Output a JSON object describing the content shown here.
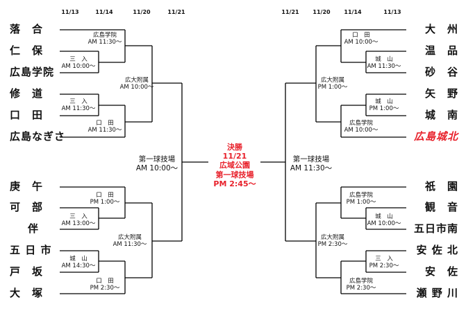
{
  "dates": {
    "left": [
      "11/13",
      "11/14",
      "11/20",
      "11/21"
    ],
    "right": [
      "11/21",
      "11/20",
      "11/14",
      "11/13"
    ]
  },
  "colors": {
    "final_text": "#e8212b",
    "highlight_team": "#e8212b",
    "lines": "#000000"
  },
  "teams": {
    "left": [
      "落　合",
      "仁　保",
      "広島学院",
      "修　道",
      "口　田",
      "広島なぎさ",
      "庚　午",
      "可　部",
      "伴",
      "五 日 市",
      "戸　坂",
      "大　塚"
    ],
    "right": [
      "大　州",
      "温　品",
      "砂　谷",
      "矢　野",
      "城　南",
      "広島城北",
      "祇　園",
      "観　音",
      "五日市南",
      "安 佐 北",
      "安　佐",
      "瀬 野 川"
    ],
    "highlight": "広島城北"
  },
  "matches": {
    "L1": [
      "広島学院",
      "AM 11:30〜"
    ],
    "L2": [
      "三　入",
      "AM 10:00〜"
    ],
    "L3": [
      "三　入",
      "AM 11:30〜"
    ],
    "L4": [
      "口　田",
      "AM 11:30〜"
    ],
    "L5": [
      "広大附属",
      "AM 10:00〜"
    ],
    "L6": [
      "口　田",
      "PM 1:00〜"
    ],
    "L7": [
      "三　入",
      "AM 13:00〜"
    ],
    "L8": [
      "城　山",
      "AM 14:30〜"
    ],
    "L9": [
      "口　田",
      "PM 2:30〜"
    ],
    "L10": [
      "広大附属",
      "AM 11:30〜"
    ],
    "R1": [
      "口　田",
      "AM 10:00〜"
    ],
    "R2": [
      "城　山",
      "AM 11:30〜"
    ],
    "R3": [
      "広大附属",
      "PM 1:00〜"
    ],
    "R4": [
      "城　山",
      "PM 1:00〜"
    ],
    "R5": [
      "広島学院",
      "AM 10:00〜"
    ],
    "R6": [
      "広島学院",
      "PM 1:00〜"
    ],
    "R7": [
      "城　山",
      "AM 10:00〜"
    ],
    "R8": [
      "広大附属",
      "PM 2:30〜"
    ],
    "R9": [
      "三　入",
      "PM 2:30〜"
    ],
    "R10": [
      "広島学院",
      "PM 2:30〜"
    ]
  },
  "semifinals": {
    "left": [
      "第一球技場",
      "AM 10:00〜"
    ],
    "right": [
      "第一球技場",
      "AM 11:30〜"
    ]
  },
  "final": [
    "決勝",
    "11/21",
    "広域公園",
    "第一球技場",
    "PM 2:45〜"
  ]
}
